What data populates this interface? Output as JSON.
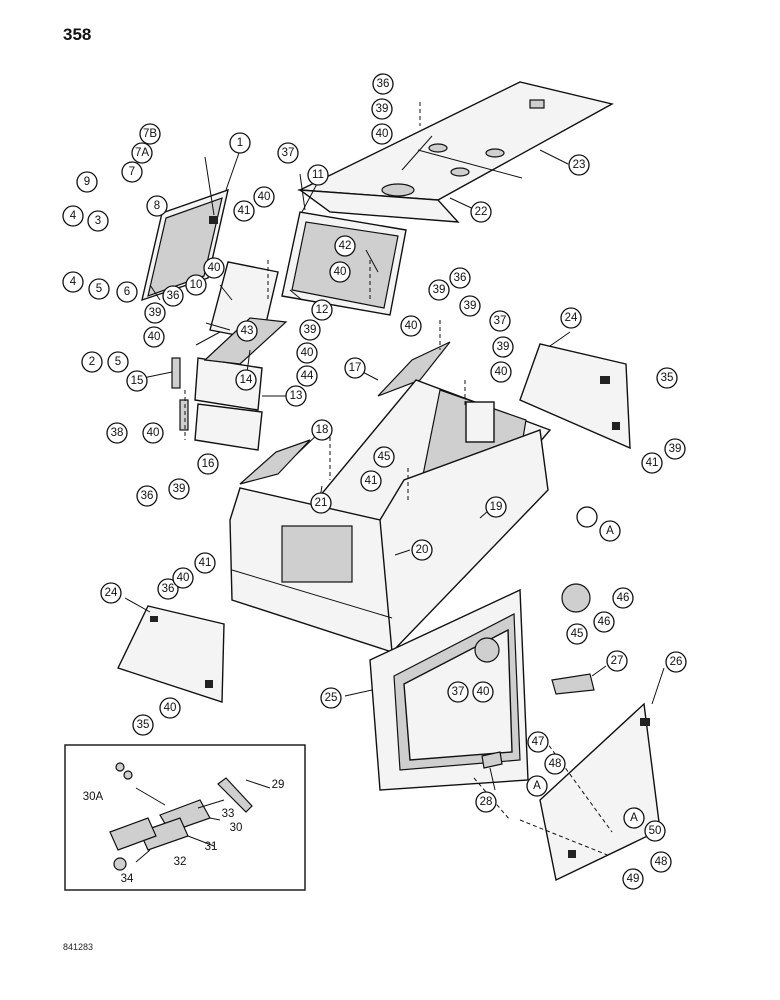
{
  "page_number": "358",
  "figure_code": "841283",
  "detail_label": "A",
  "callouts": [
    "1",
    "2",
    "3",
    "4",
    "4",
    "5",
    "5",
    "6",
    "7",
    "7A",
    "7B",
    "8",
    "9",
    "10",
    "11",
    "12",
    "13",
    "14",
    "15",
    "16",
    "17",
    "18",
    "19",
    "20",
    "21",
    "22",
    "23",
    "24",
    "24",
    "25",
    "26",
    "27",
    "28",
    "29",
    "30",
    "30A",
    "31",
    "32",
    "33",
    "34",
    "35",
    "35",
    "36",
    "36",
    "36",
    "36",
    "36",
    "37",
    "37",
    "37",
    "38",
    "39",
    "39",
    "39",
    "39",
    "39",
    "39",
    "39",
    "39",
    "40",
    "40",
    "40",
    "40",
    "40",
    "40",
    "40",
    "40",
    "40",
    "40",
    "40",
    "40",
    "41",
    "41",
    "41",
    "41",
    "42",
    "43",
    "44",
    "45",
    "45",
    "46",
    "46",
    "47",
    "48",
    "48",
    "49",
    "50",
    "A",
    "A",
    "A"
  ]
}
